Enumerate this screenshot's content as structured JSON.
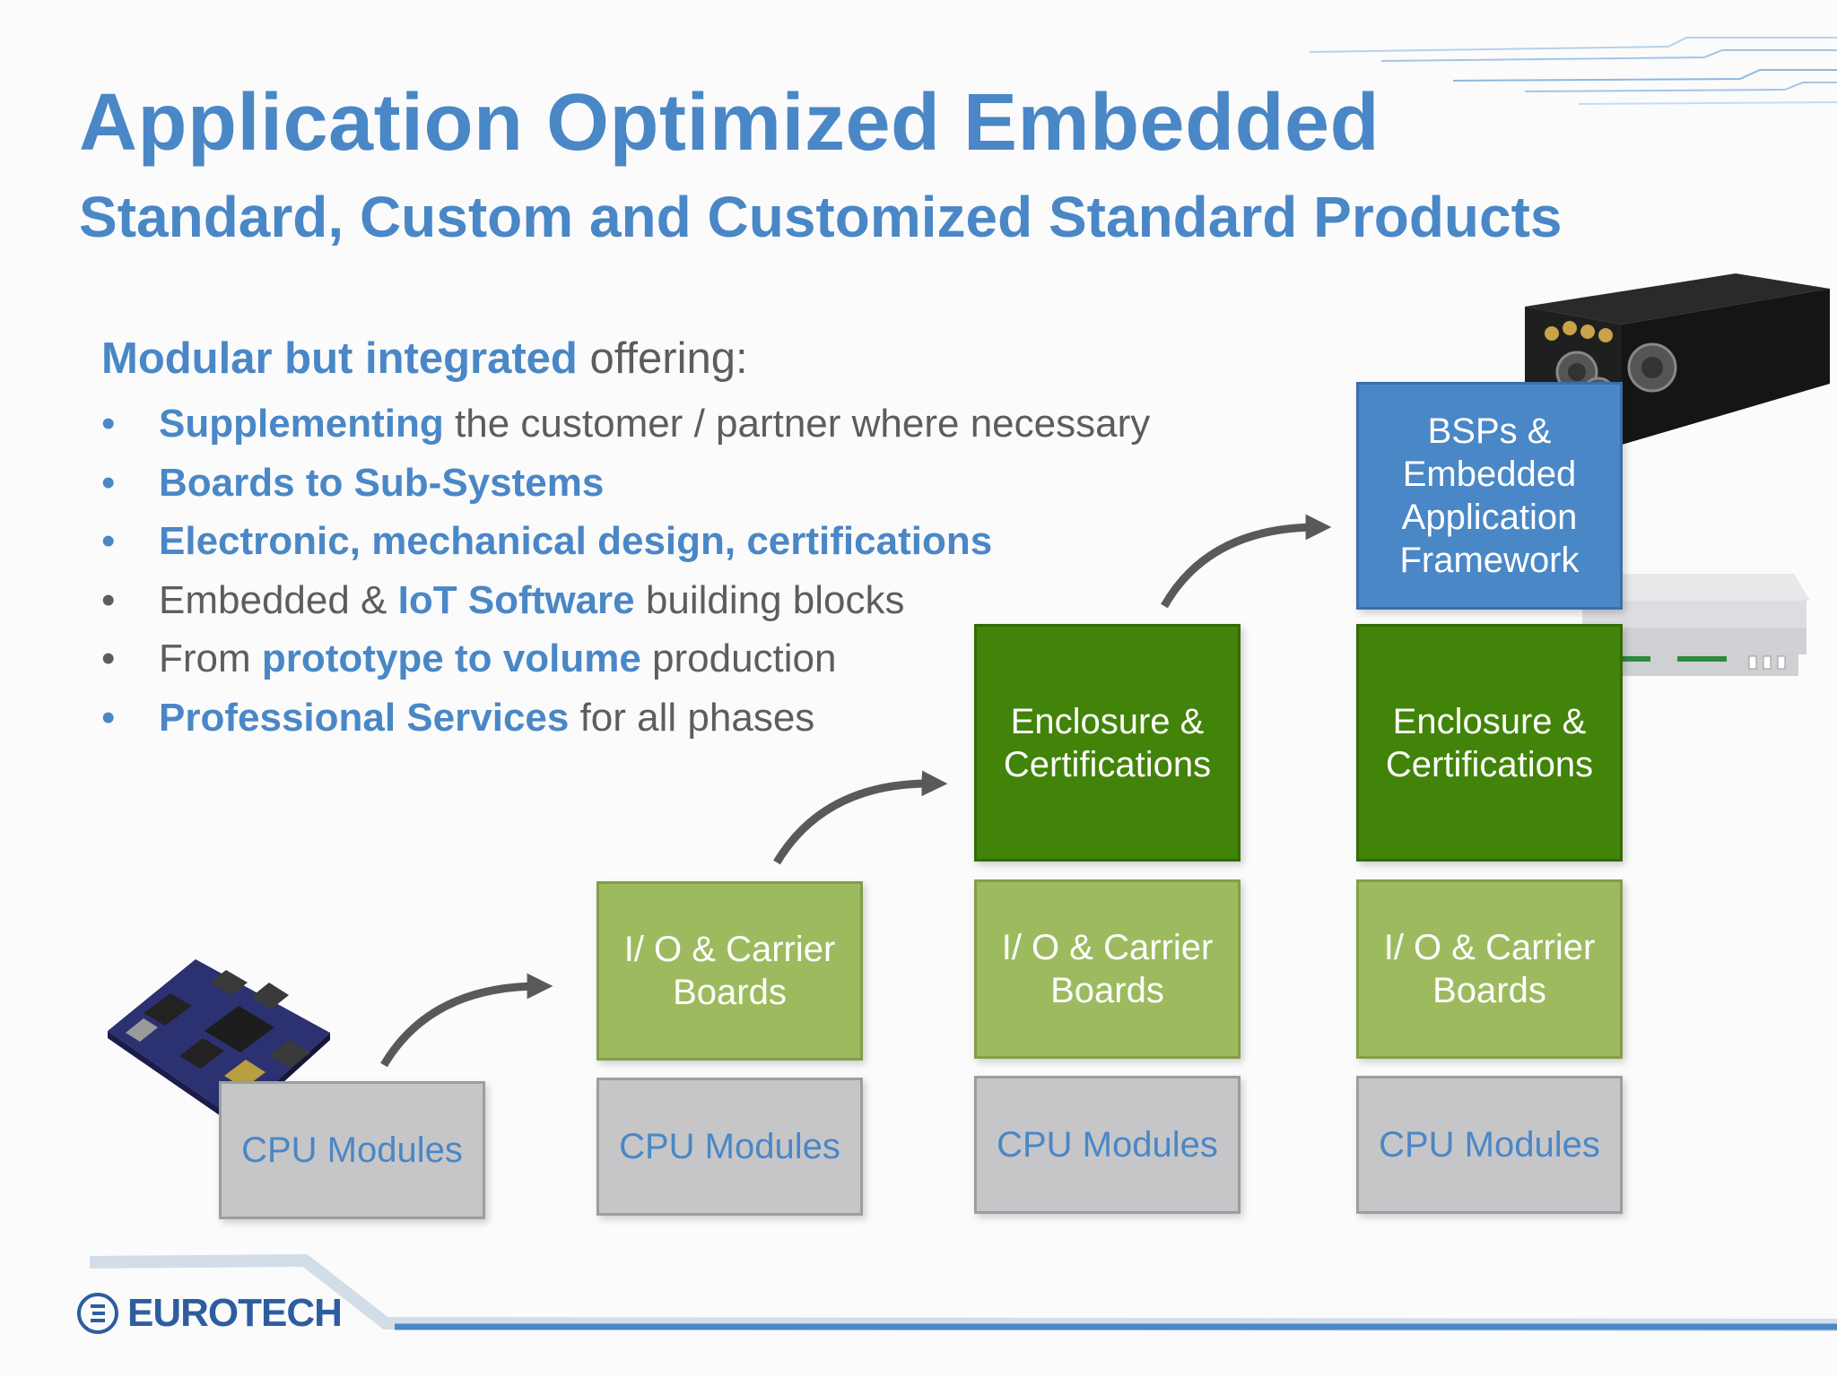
{
  "title": "Application Optimized Embedded",
  "subtitle": "Standard, Custom and Customized Standard Products",
  "intro": {
    "highlight": "Modular but integrated",
    "rest": " offering:"
  },
  "bullets": [
    {
      "b1": "Supplementing",
      "p1": " the customer / partner where necessary"
    },
    {
      "b1": "Boards to Sub-Systems"
    },
    {
      "b1": "Electronic, mechanical design, certifications"
    },
    {
      "p1": "Embedded & ",
      "b1": "IoT Software",
      "p2": " building blocks"
    },
    {
      "p1": "From ",
      "b1": "prototype to volume",
      "p2": " production"
    },
    {
      "b1": "Professional Services",
      "p2": " for all phases"
    }
  ],
  "stacks": [
    {
      "cpu": "CPU Modules"
    },
    {
      "io": "I/ O & Carrier Boards",
      "cpu": "CPU Modules"
    },
    {
      "enc": "Enclosure & Certifications",
      "io": "I/ O & Carrier Boards",
      "cpu": "CPU Modules"
    },
    {
      "bsp": "BSPs & Embedded Application Framework",
      "enc": "Enclosure & Certifications",
      "io": "I/ O & Carrier Boards",
      "cpu": "CPU Modules"
    }
  ],
  "logo": {
    "text": "EUROTECH"
  },
  "colors": {
    "accent_blue": "#4a87c6",
    "cpu_gray": "#c6c6c8",
    "io_light_green": "#9dbb5e",
    "enclosure_green": "#428309",
    "body_text": "#5d5d5d",
    "arrow": "#595959"
  }
}
